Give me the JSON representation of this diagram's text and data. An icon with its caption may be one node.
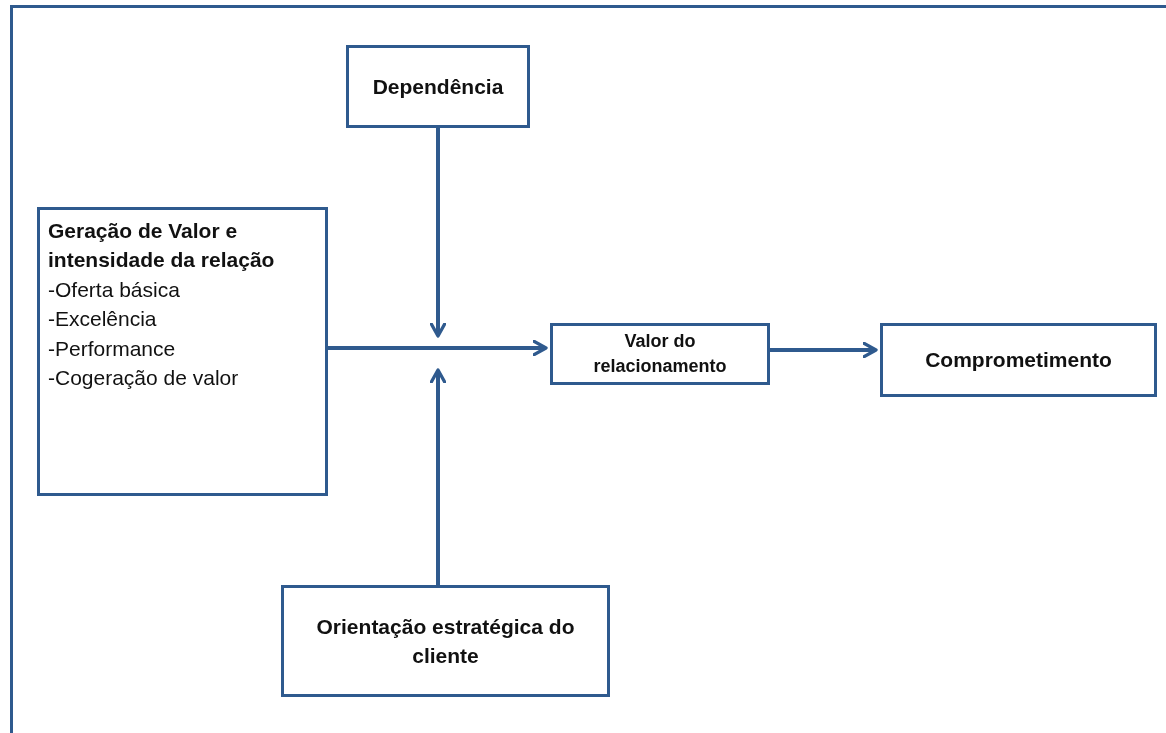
{
  "diagram": {
    "nodes": [
      {
        "text": [
          "Dependência"
        ]
      },
      {
        "text": [
          "Geração de Valor e intensidade da relação",
          "-Oferta básica",
          "-Excelência",
          "-Performance",
          "-Cogeração de valor"
        ]
      },
      {
        "text": [
          "Valor do relacionamento"
        ]
      },
      {
        "text": [
          "Comprometimento"
        ]
      },
      {
        "text": [
          "Orientação estratégica do cliente"
        ]
      }
    ],
    "edges": [
      {
        "from": 0,
        "to": null,
        "arrow": "to"
      },
      {
        "from": 4,
        "to": null,
        "arrow": "to"
      },
      {
        "from": 1,
        "to": 2,
        "arrow": "to"
      },
      {
        "from": 2,
        "to": 3,
        "arrow": "to"
      }
    ]
  }
}
